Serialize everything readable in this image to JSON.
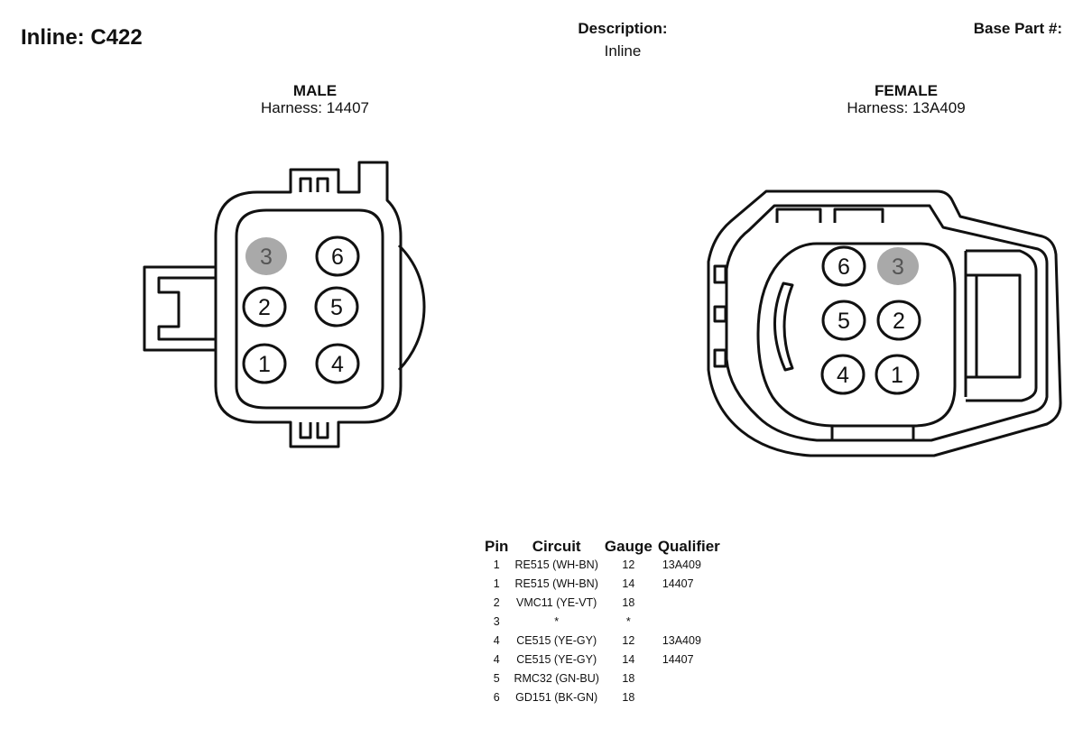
{
  "header": {
    "title": "Inline: C422",
    "description_label": "Description:",
    "description_value": "Inline",
    "base_part_label": "Base Part #:"
  },
  "male": {
    "gender": "MALE",
    "harness": "Harness: 14407",
    "pins": [
      {
        "label": "3",
        "highlight": true
      },
      {
        "label": "6",
        "highlight": false
      },
      {
        "label": "2",
        "highlight": false
      },
      {
        "label": "5",
        "highlight": false
      },
      {
        "label": "1",
        "highlight": false
      },
      {
        "label": "4",
        "highlight": false
      }
    ]
  },
  "female": {
    "gender": "FEMALE",
    "harness": "Harness: 13A409",
    "pins": [
      {
        "label": "6",
        "highlight": false
      },
      {
        "label": "3",
        "highlight": true
      },
      {
        "label": "5",
        "highlight": false
      },
      {
        "label": "2",
        "highlight": false
      },
      {
        "label": "4",
        "highlight": false
      },
      {
        "label": "1",
        "highlight": false
      }
    ]
  },
  "pin_table": {
    "headers": [
      "Pin",
      "Circuit",
      "Gauge",
      "Qualifier"
    ],
    "rows": [
      [
        "1",
        "RE515 (WH-BN)",
        "12",
        "13A409"
      ],
      [
        "1",
        "RE515 (WH-BN)",
        "14",
        "14407"
      ],
      [
        "2",
        "VMC11 (YE-VT)",
        "18",
        ""
      ],
      [
        "3",
        "*",
        "*",
        ""
      ],
      [
        "4",
        "CE515 (YE-GY)",
        "12",
        "13A409"
      ],
      [
        "4",
        "CE515 (YE-GY)",
        "14",
        "14407"
      ],
      [
        "5",
        "RMC32 (GN-BU)",
        "18",
        ""
      ],
      [
        "6",
        "GD151 (BK-GN)",
        "18",
        ""
      ]
    ]
  },
  "colors": {
    "highlight_pin": "#a9a9a9",
    "line": "#111111"
  }
}
